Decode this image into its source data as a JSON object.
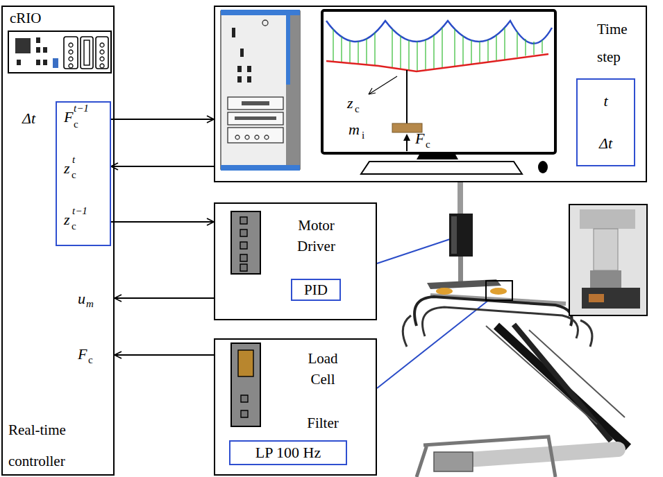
{
  "diagram": {
    "nodes": [
      {
        "text": [
          "cRIO",
          "Real-time controller"
        ]
      },
      {
        "text": [
          "F",
          "c",
          "t−1",
          "z",
          "c",
          "t",
          "z",
          "c",
          "t−1"
        ],
        "in": 0
      },
      {
        "text": [
          "Time step"
        ]
      },
      {
        "text": [
          "t",
          "Δt"
        ],
        "in": 2
      },
      {
        "text": [
          "Motor Driver"
        ]
      },
      {
        "text": [
          "PID"
        ],
        "in": 4
      },
      {
        "text": [
          "Load Cell",
          "Filter"
        ]
      },
      {
        "text": [
          "LP 100 Hz"
        ],
        "in": 6
      }
    ],
    "edges": [
      {
        "from": 1,
        "to": 2,
        "arrow": "to"
      },
      {
        "from": 2,
        "to": 1,
        "arrow": "to"
      },
      {
        "from": 1,
        "to": 4,
        "arrow": "to"
      },
      {
        "from": 4,
        "to": 0,
        "arrow": "to"
      },
      {
        "from": 6,
        "to": 0,
        "arrow": "to"
      }
    ],
    "labels": [
      "Δt",
      "u",
      "m",
      "F",
      "c",
      "z",
      "c",
      "m",
      "i",
      "F",
      "c"
    ]
  }
}
